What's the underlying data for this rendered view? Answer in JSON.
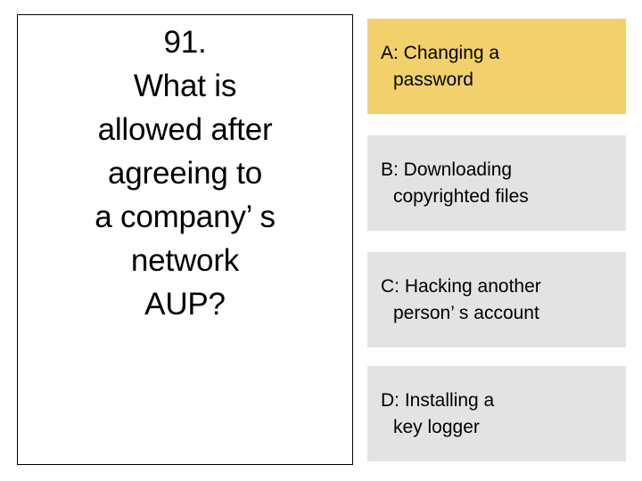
{
  "slide": {
    "question_number": "91.",
    "question_text": "91.\nWhat is\nallowed after\nagreeing to\na company’ s\nnetwork\nAUP?",
    "answers": [
      {
        "key": "A",
        "label": "A: Changing a\n password",
        "highlighted": true,
        "background": "#f2d06b"
      },
      {
        "key": "B",
        "label": "B: Downloading\n copyrighted files",
        "highlighted": false,
        "background": "#e3e3e3"
      },
      {
        "key": "C",
        "label": "C: Hacking another\n person’ s account",
        "highlighted": false,
        "background": "#e3e3e3"
      },
      {
        "key": "D",
        "label": "D: Installing a\n key logger",
        "highlighted": false,
        "background": "#e3e3e3"
      }
    ],
    "colors": {
      "page_background": "#ffffff",
      "question_border": "#000000",
      "text": "#000000",
      "highlight": "#f2d06b",
      "option_background": "#e3e3e3"
    }
  }
}
